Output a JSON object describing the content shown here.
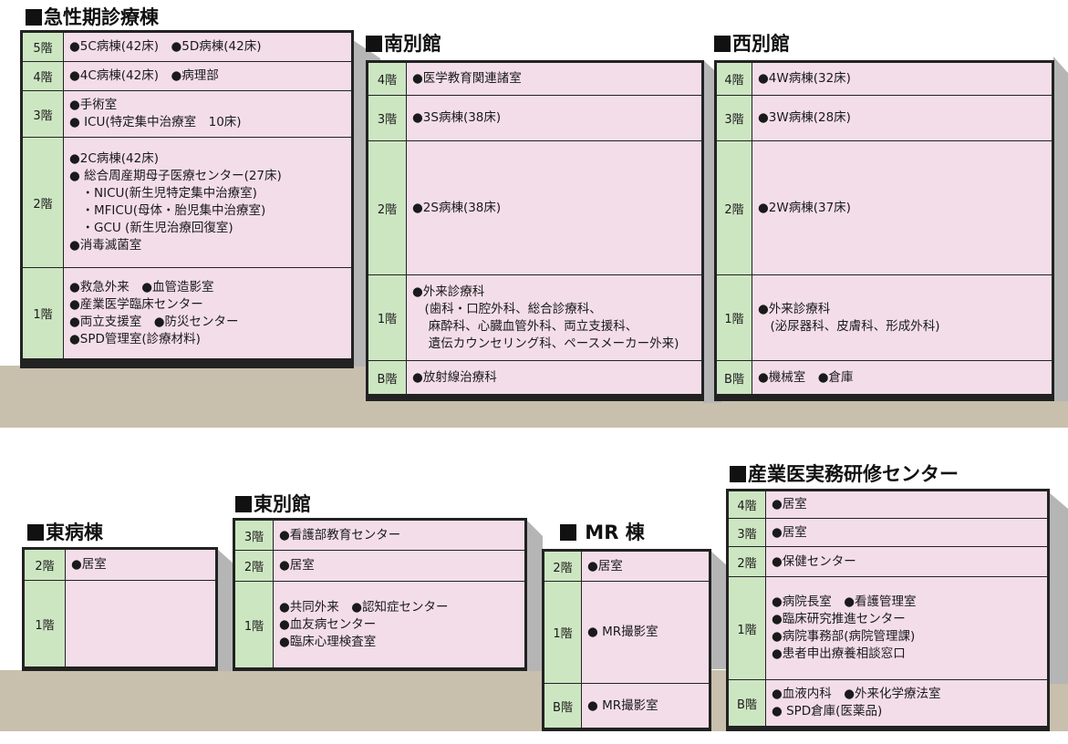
{
  "buildings": {
    "kyusei": {
      "name": "急性期診療棟",
      "floors": [
        {
          "floor": "5階",
          "lines": [
            "●5C病棟(42床)　●5D病棟(42床)"
          ]
        },
        {
          "floor": "4階",
          "lines": [
            "●4C病棟(42床)　●病理部"
          ]
        },
        {
          "floor": "3階",
          "lines": [
            "●手術室",
            "● ICU(特定集中治療室　10床)"
          ]
        },
        {
          "floor": "2階",
          "lines": [
            "●2C病棟(42床)",
            "● 総合周産期母子医療センター(27床)",
            "　・NICU(新生児特定集中治療室)",
            "　・MFICU(母体・胎児集中治療室)",
            "　・GCU (新生児治療回復室)",
            "●消毒滅菌室"
          ]
        },
        {
          "floor": "1階",
          "lines": [
            "●救急外来　●血管造影室",
            "●産業医学臨床センター",
            "●両立支援室　●防災センター",
            "●SPD管理室(診療材料)"
          ]
        }
      ]
    },
    "minami": {
      "name": "南別館",
      "floors": [
        {
          "floor": "4階",
          "lines": [
            "●医学教育関連諸室"
          ]
        },
        {
          "floor": "3階",
          "lines": [
            "●3S病棟(38床)"
          ]
        },
        {
          "floor": "2階",
          "lines": [
            "●2S病棟(38床)"
          ]
        },
        {
          "floor": "1階",
          "lines": [
            "●外来診療科",
            "　(歯科・口腔外科、総合診療科、",
            "　 麻酔科、心臓血管外科、両立支援科、",
            "　 遺伝カウンセリング科、ペースメーカー外来)"
          ]
        },
        {
          "floor": "B階",
          "lines": [
            "●放射線治療科"
          ]
        }
      ]
    },
    "nishi": {
      "name": "西別館",
      "floors": [
        {
          "floor": "4階",
          "lines": [
            "●4W病棟(32床)"
          ]
        },
        {
          "floor": "3階",
          "lines": [
            "●3W病棟(28床)"
          ]
        },
        {
          "floor": "2階",
          "lines": [
            "●2W病棟(37床)"
          ]
        },
        {
          "floor": "1階",
          "lines": [
            "●外来診療科",
            "　(泌尿器科、皮膚科、形成外科)"
          ]
        },
        {
          "floor": "B階",
          "lines": [
            "●機械室　●倉庫"
          ]
        }
      ]
    },
    "higashi_byoto": {
      "name": "東病棟",
      "floors": [
        {
          "floor": "2階",
          "lines": [
            "●居室"
          ]
        },
        {
          "floor": "1階",
          "lines": []
        }
      ]
    },
    "higashi_bekkan": {
      "name": "東別館",
      "floors": [
        {
          "floor": "3階",
          "lines": [
            "●看護部教育センター"
          ]
        },
        {
          "floor": "2階",
          "lines": [
            "●居室"
          ]
        },
        {
          "floor": "1階",
          "lines": [
            "●共同外来　●認知症センター",
            "●血友病センター",
            "●臨床心理検査室"
          ]
        }
      ]
    },
    "mr": {
      "name": " MR 棟",
      "floors": [
        {
          "floor": "2階",
          "lines": [
            "●居室"
          ]
        },
        {
          "floor": "1階",
          "lines": [
            "● MR撮影室"
          ]
        },
        {
          "floor": "B階",
          "lines": [
            "● MR撮影室"
          ]
        }
      ]
    },
    "sangyoui": {
      "name": "産業医実務研修センター",
      "floors": [
        {
          "floor": "4階",
          "lines": [
            "●居室"
          ]
        },
        {
          "floor": "3階",
          "lines": [
            "●居室"
          ]
        },
        {
          "floor": "2階",
          "lines": [
            "●保健センター"
          ]
        },
        {
          "floor": "1階",
          "lines": [
            "●病院長室　●看護管理室",
            "●臨床研究推進センター",
            "●病院事務部(病院管理課)",
            "●患者申出療養相談窓口"
          ]
        },
        {
          "floor": "B階",
          "lines": [
            "●血液内科　●外来化学療法室",
            "● SPD倉庫(医薬品)"
          ]
        }
      ]
    }
  }
}
